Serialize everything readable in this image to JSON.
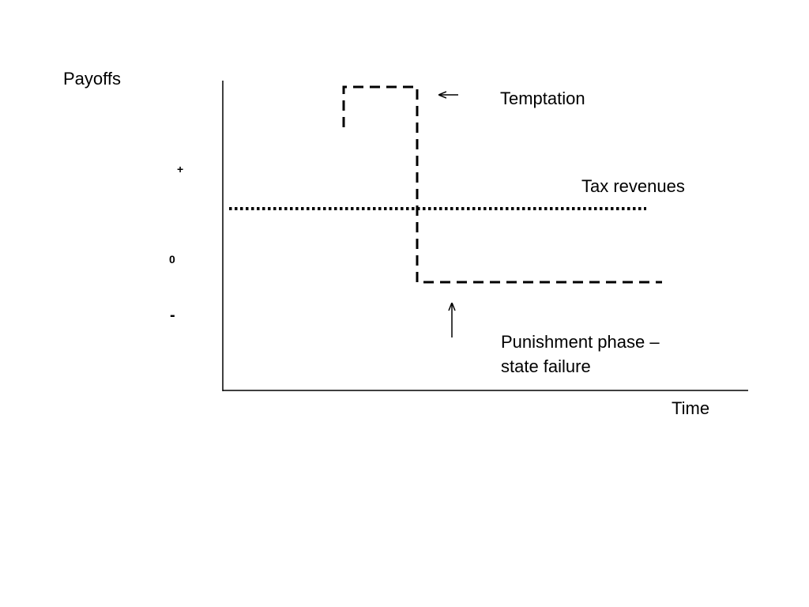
{
  "diagram": {
    "y_axis_label": "Payoffs",
    "x_axis_label": "Time",
    "y_ticks": {
      "plus": "+",
      "zero": "0",
      "minus": "-"
    },
    "annotations": {
      "temptation": "Temptation",
      "tax_revenues": "Tax revenues",
      "punishment_line1": "Punishment phase –",
      "punishment_line2": "state failure"
    },
    "colors": {
      "ink": "#000000",
      "background": "#ffffff"
    }
  }
}
